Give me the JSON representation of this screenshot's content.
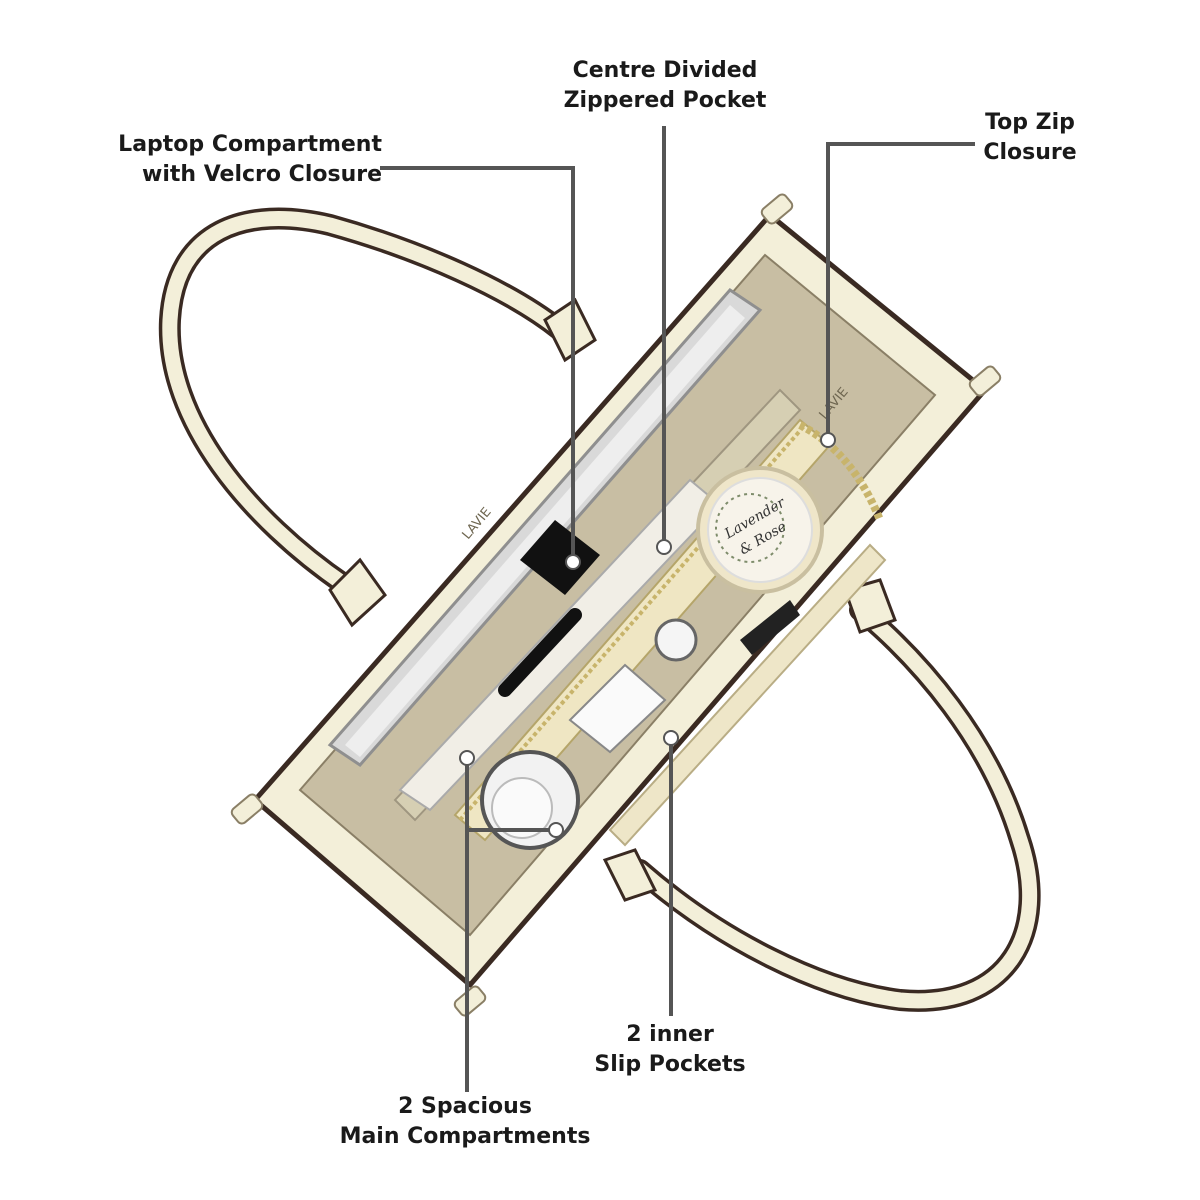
{
  "callouts": {
    "laptop": {
      "line1": "Laptop Compartment",
      "line2": "with Velcro Closure"
    },
    "centre": {
      "line1": "Centre Divided",
      "line2": "Zippered Pocket"
    },
    "topzip": {
      "line1": "Top Zip",
      "line2": "Closure"
    },
    "inner": {
      "line1": "2 inner",
      "line2": "Slip Pockets"
    },
    "main": {
      "line1": "2 Spacious",
      "line2": "Main Compartments"
    }
  },
  "bag": {
    "brand_print": "LAVIE",
    "jar_label_line1": "Lavender",
    "jar_label_line2": "& Rose"
  },
  "colors": {
    "bag_cream": "#f3efd9",
    "bag_edge": "#3a2a22",
    "lining": "#c8bea3",
    "leader_line": "#555555"
  }
}
